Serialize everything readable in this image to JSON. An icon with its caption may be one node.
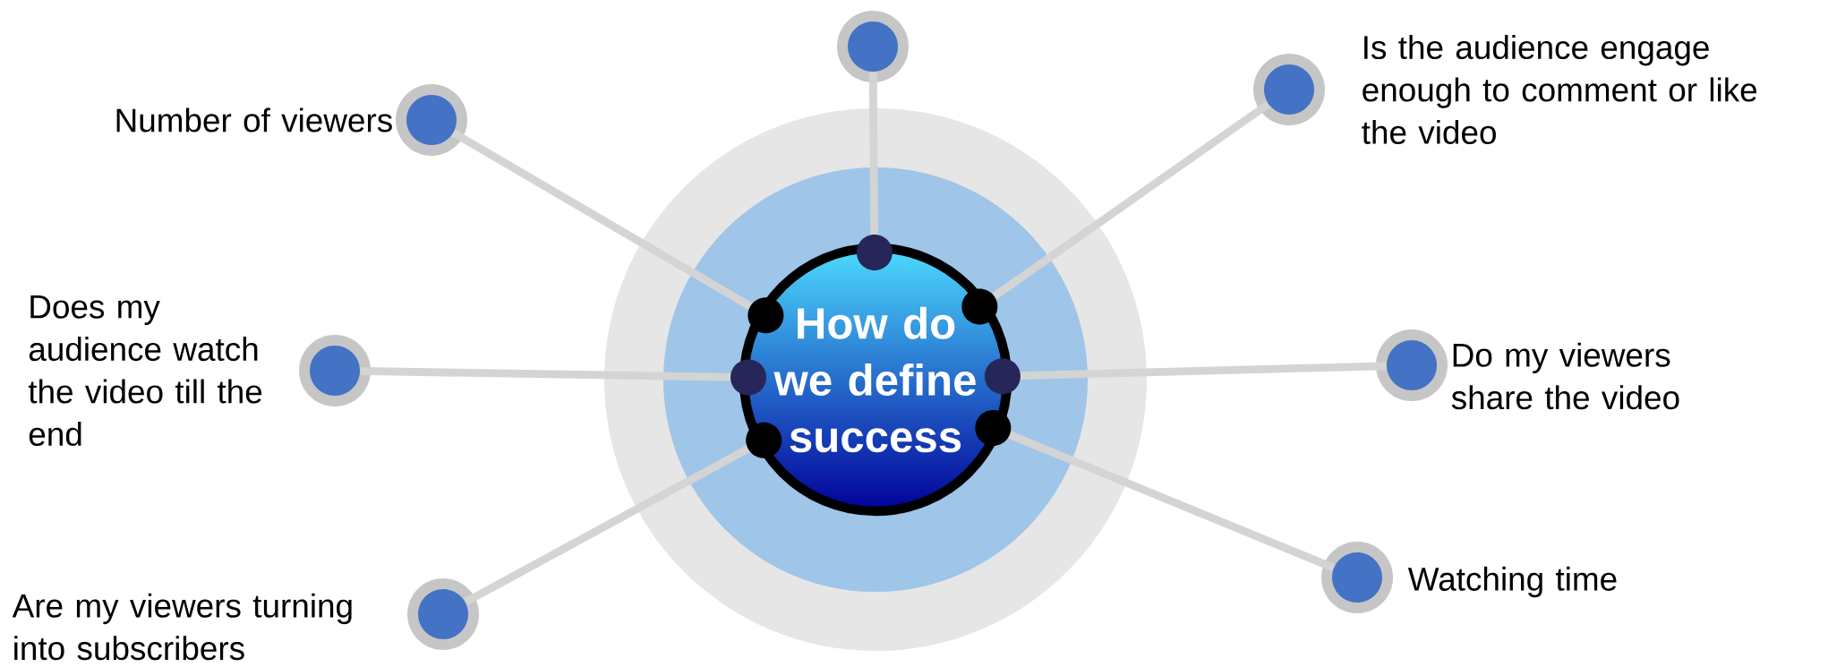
{
  "diagram": {
    "nodes": [
      {
        "text": [
          "How do we define success"
        ]
      },
      {
        "text": [],
        "shape": "circle"
      },
      {
        "text": [],
        "shape": "circle",
        "beside": [
          "Number of viewers"
        ]
      },
      {
        "text": [],
        "shape": "circle",
        "beside": [
          "Is the audience engage enough to comment or like the video"
        ]
      },
      {
        "text": [],
        "shape": "circle",
        "beside": [
          "Does my audience watch the video till the end"
        ]
      },
      {
        "text": [],
        "shape": "circle",
        "beside": [
          "Do my viewers share the video"
        ]
      },
      {
        "text": [],
        "shape": "circle",
        "beside": [
          "Are my viewers turning into subscribers"
        ]
      },
      {
        "text": [],
        "shape": "circle",
        "beside": [
          "Watching time"
        ]
      }
    ],
    "edges": [
      {
        "from": 0,
        "to": 1,
        "arrow": "none"
      },
      {
        "from": 0,
        "to": 2,
        "arrow": "none"
      },
      {
        "from": 0,
        "to": 3,
        "arrow": "none"
      },
      {
        "from": 0,
        "to": 4,
        "arrow": "none"
      },
      {
        "from": 0,
        "to": 5,
        "arrow": "none"
      },
      {
        "from": 0,
        "to": 6,
        "arrow": "none"
      },
      {
        "from": 0,
        "to": 7,
        "arrow": "none"
      }
    ]
  }
}
